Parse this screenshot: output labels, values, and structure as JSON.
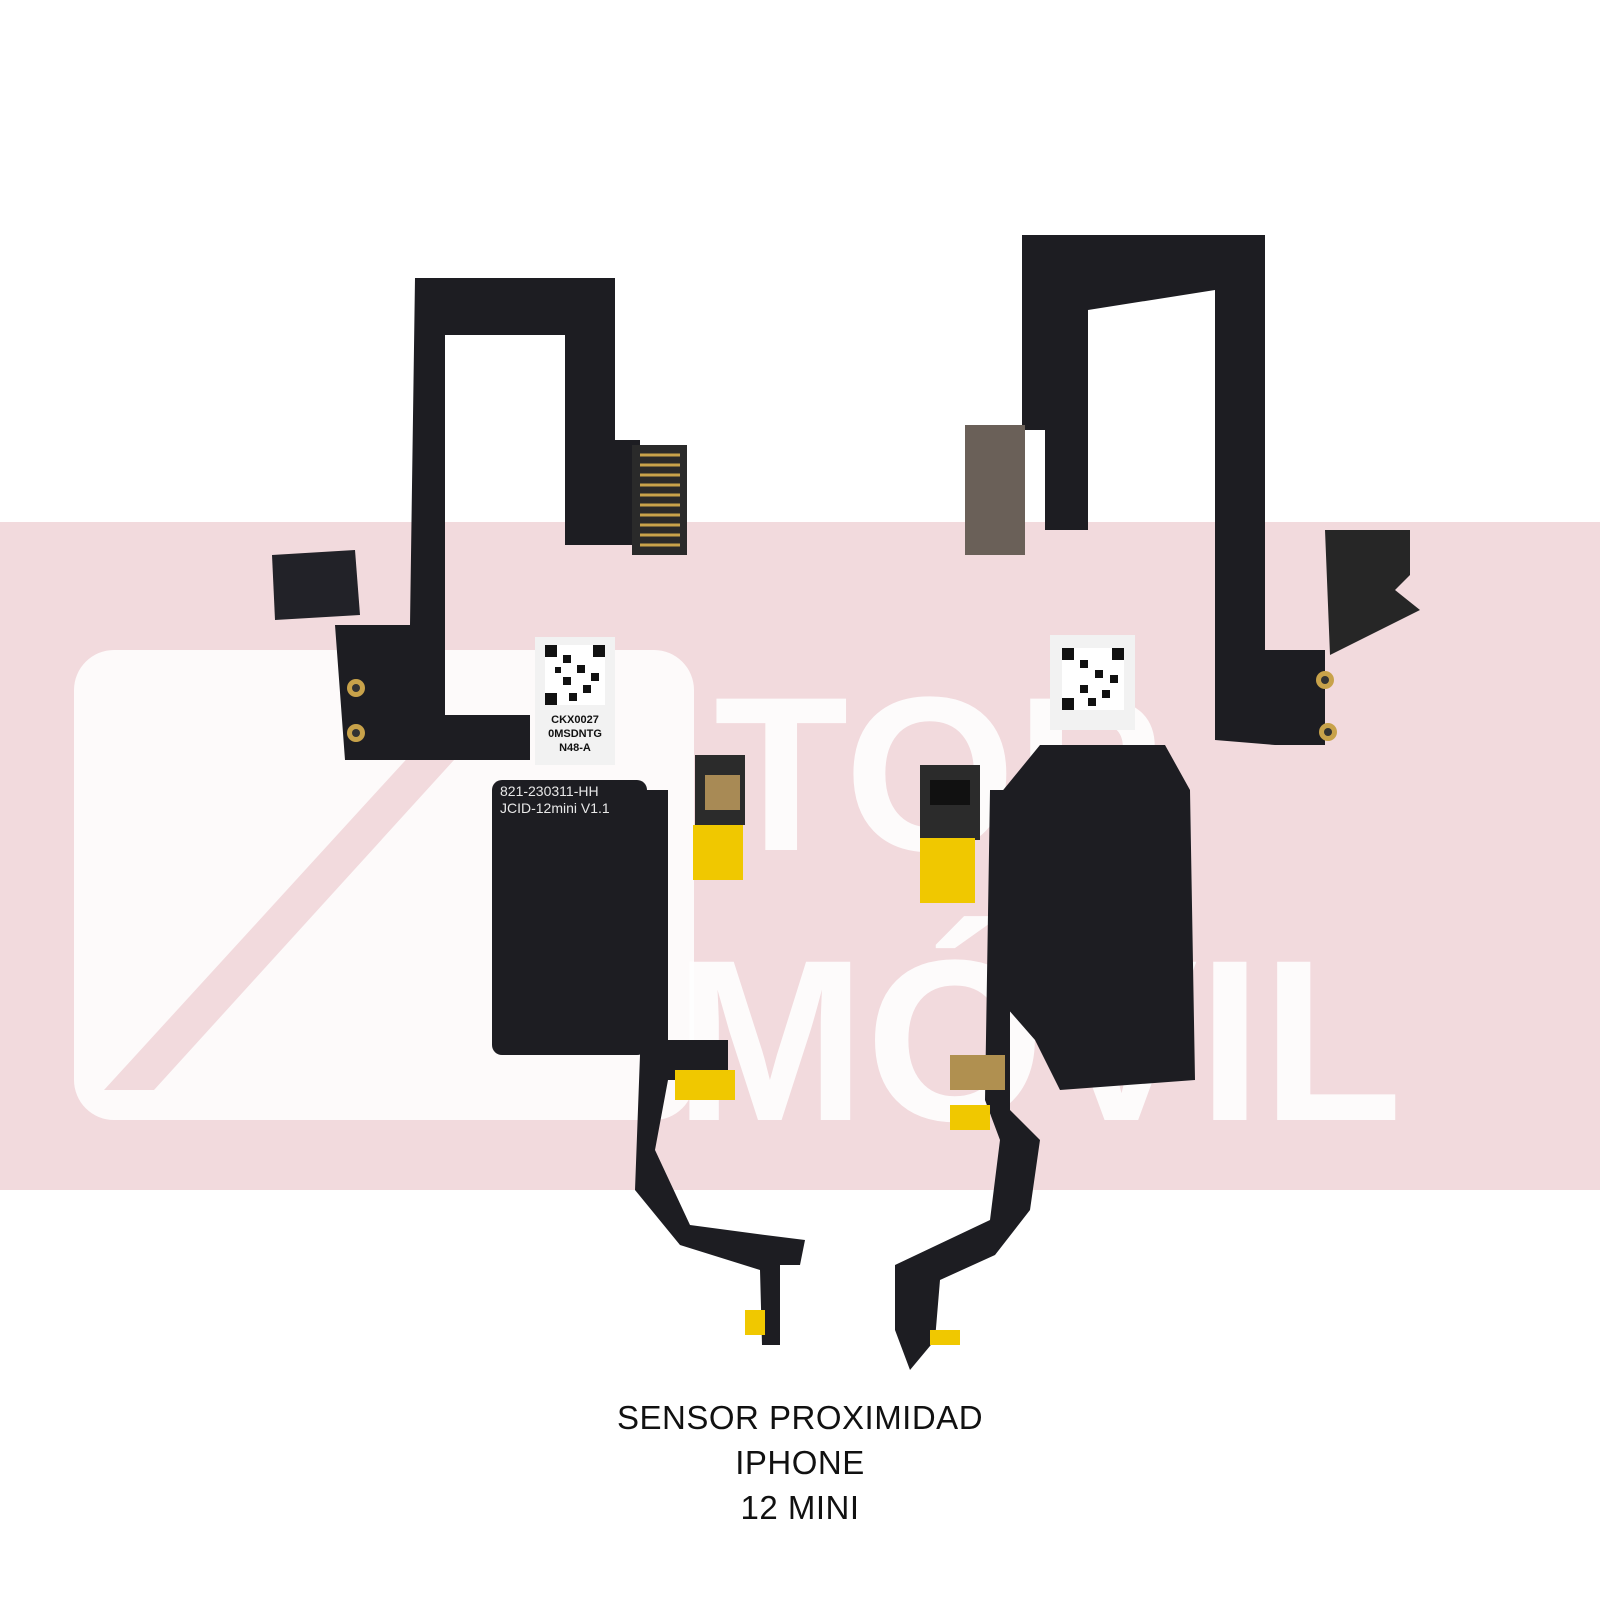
{
  "watermark": {
    "line1": "TOP",
    "line2": "MÓVIL"
  },
  "label_left": {
    "line1": "CKX0027",
    "line2": "0MSDNTG",
    "line3": "N48-A"
  },
  "print_left": {
    "line1": "821-230311-HH",
    "line2": "JCID-12mini  V1.1"
  },
  "caption": {
    "line1": "SENSOR PROXIMIDAD",
    "line2": "IPHONE",
    "line3": "12 MINI"
  },
  "colors": {
    "band": "#f2dadd",
    "flex": "#1d1d22",
    "gold": "#c8a24a",
    "yellow": "#f0c800"
  }
}
